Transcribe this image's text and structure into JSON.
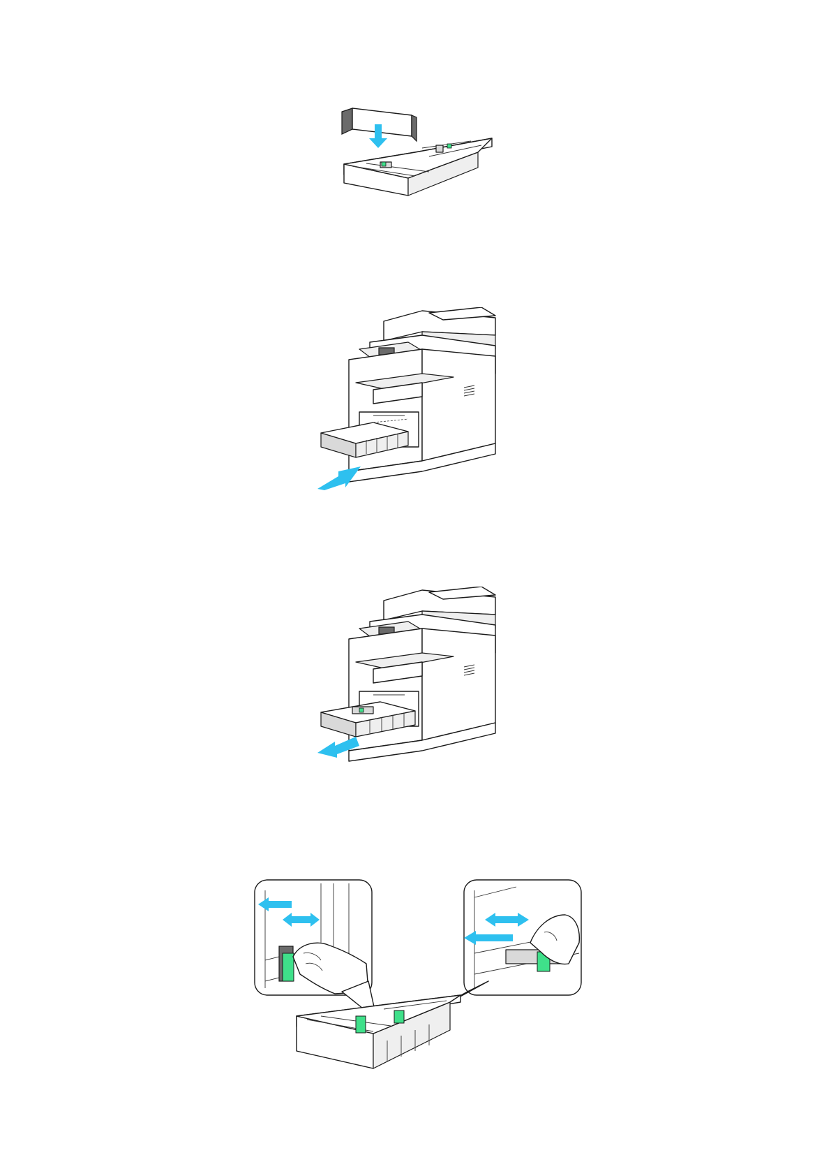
{
  "colors": {
    "arrow": "#2ec0ef",
    "guide_tab": "#3fe08a",
    "outline": "#1a1a1a",
    "tray_shade": "#d9d9d9"
  },
  "figures": [
    {
      "id": "tray-cover-insert",
      "arrow_direction": "down"
    },
    {
      "id": "printer-tray-push-in",
      "arrow_direction": "into-printer"
    },
    {
      "id": "printer-tray-pull-out",
      "arrow_direction": "out-of-printer"
    },
    {
      "id": "tray-guides-adjust",
      "callouts": 2,
      "arrow_direction": "left-right"
    }
  ]
}
